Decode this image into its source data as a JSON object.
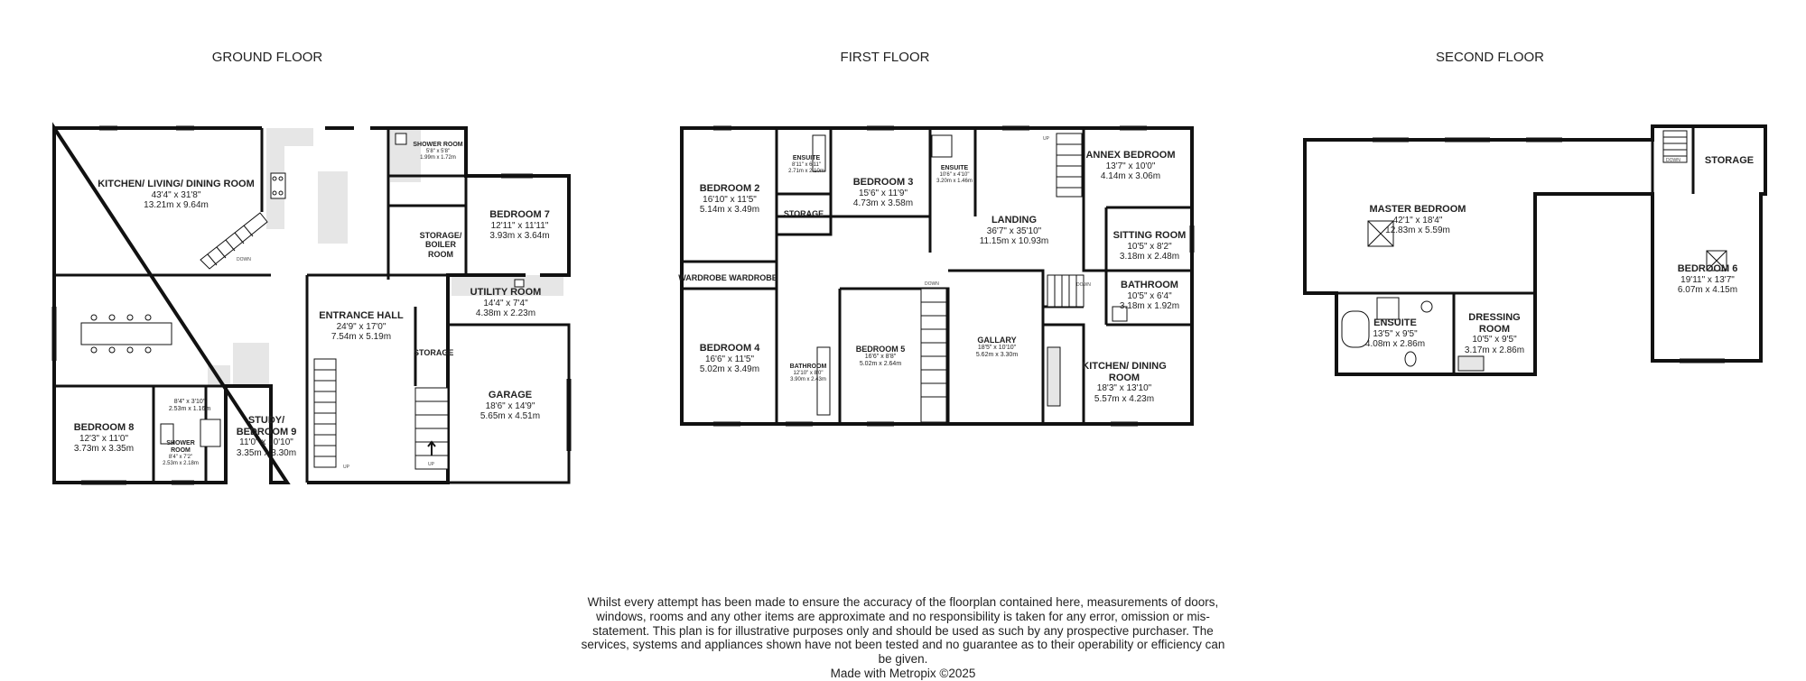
{
  "floors": [
    {
      "title": "GROUND FLOOR"
    },
    {
      "title": "FIRST FLOOR"
    },
    {
      "title": "SECOND FLOOR"
    }
  ],
  "rooms": {
    "kitchen_living": {
      "name": "KITCHEN/ LIVING/ DINING ROOM",
      "imperial": "43'4\" x 31'8\"",
      "metric": "13.21m x 9.64m"
    },
    "shower_room_g": {
      "name": "SHOWER ROOM",
      "imperial": "5'8\" x 5'8\"",
      "metric": "1.99m x 1.72m"
    },
    "bedroom7": {
      "name": "BEDROOM 7",
      "imperial": "12'11\" x 11'11\"",
      "metric": "3.93m x 3.64m"
    },
    "storage_boiler": {
      "name": "STORAGE/ BOILER ROOM",
      "imperial": "",
      "metric": ""
    },
    "utility": {
      "name": "UTILITY ROOM",
      "imperial": "14'4\" x 7'4\"",
      "metric": "4.38m x 2.23m"
    },
    "entrance_hall": {
      "name": "ENTRANCE HALL",
      "imperial": "24'9\" x 17'0\"",
      "metric": "7.54m x 5.19m"
    },
    "storage_g": {
      "name": "STORAGE",
      "imperial": "",
      "metric": ""
    },
    "garage": {
      "name": "GARAGE",
      "imperial": "18'6\" x 14'9\"",
      "metric": "5.65m x 4.51m"
    },
    "bedroom8": {
      "name": "BEDROOM 8",
      "imperial": "12'3\" x 11'0\"",
      "metric": "3.73m x 3.35m"
    },
    "passage_g": {
      "name": "",
      "imperial": "8'4\" x 3'10\"",
      "metric": "2.53m x 1.16m"
    },
    "shower_room_g2": {
      "name": "SHOWER ROOM",
      "imperial": "8'4\" x 7'2\"",
      "metric": "2.53m x 2.18m"
    },
    "study": {
      "name": "STUDY/ BEDROOM 9",
      "imperial": "11'0\" x 10'10\"",
      "metric": "3.35m x 3.30m"
    },
    "bedroom2": {
      "name": "BEDROOM 2",
      "imperial": "16'10\" x 11'5\"",
      "metric": "5.14m x 3.49m"
    },
    "ensuite_1": {
      "name": "ENSUITE",
      "imperial": "8'11\" x 6'11\"",
      "metric": "2.71m x 2.10m"
    },
    "bedroom3": {
      "name": "BEDROOM 3",
      "imperial": "15'6\" x 11'9\"",
      "metric": "4.73m x 3.58m"
    },
    "ensuite_2": {
      "name": "ENSUITE",
      "imperial": "10'6\" x 4'10\"",
      "metric": "3.20m x 1.46m"
    },
    "landing": {
      "name": "LANDING",
      "imperial": "36'7\" x 35'10\"",
      "metric": "11.15m x 10.93m"
    },
    "annex_bedroom": {
      "name": "ANNEX BEDROOM",
      "imperial": "13'7\" x 10'0\"",
      "metric": "4.14m x 3.06m"
    },
    "storage_f": {
      "name": "STORAGE",
      "imperial": "",
      "metric": ""
    },
    "sitting_room": {
      "name": "SITTING ROOM",
      "imperial": "10'5\" x 8'2\"",
      "metric": "3.18m x 2.48m"
    },
    "wardrobe_1": {
      "name": "WARDROBE",
      "imperial": "",
      "metric": ""
    },
    "wardrobe_2": {
      "name": "WARDROBE",
      "imperial": "",
      "metric": ""
    },
    "bathroom_annex": {
      "name": "BATHROOM",
      "imperial": "10'5\" x 6'4\"",
      "metric": "3.18m x 1.92m"
    },
    "bedroom4": {
      "name": "BEDROOM 4",
      "imperial": "16'6\" x 11'5\"",
      "metric": "5.02m x 3.49m"
    },
    "bathroom_f": {
      "name": "BATHROOM",
      "imperial": "12'10\" x 8'0\"",
      "metric": "3.90m x 2.43m"
    },
    "bedroom5": {
      "name": "BEDROOM 5",
      "imperial": "16'6\" x 8'8\"",
      "metric": "5.02m x 2.64m"
    },
    "gallary": {
      "name": "GALLARY",
      "imperial": "18'5\" x 10'10\"",
      "metric": "5.62m x 3.30m"
    },
    "kitchen_dining_annex": {
      "name": "KITCHEN/ DINING ROOM",
      "imperial": "18'3\" x 13'10\"",
      "metric": "5.57m x 4.23m"
    },
    "master_bedroom": {
      "name": "MASTER BEDROOM",
      "imperial": "42'1\" x 18'4\"",
      "metric": "12.83m x 5.59m"
    },
    "storage_s": {
      "name": "STORAGE",
      "imperial": "",
      "metric": ""
    },
    "bedroom6": {
      "name": "BEDROOM 6",
      "imperial": "19'11\" x 13'7\"",
      "metric": "6.07m x 4.15m"
    },
    "ensuite_master": {
      "name": "ENSUITE",
      "imperial": "13'5\" x 9'5\"",
      "metric": "4.08m x 2.86m"
    },
    "dressing_room": {
      "name": "DRESSING ROOM",
      "imperial": "10'5\" x 9'5\"",
      "metric": "3.17m x 2.86m"
    }
  },
  "stair_labels": {
    "up": "UP",
    "down": "DOWN"
  },
  "disclaimer": {
    "text": "Whilst every attempt has been made to ensure the accuracy of the floorplan contained here, measurements of doors, windows, rooms and any other items are approximate and no responsibility is taken for any error, omission or mis-statement. This plan is for illustrative purposes only and should be used as such by any prospective purchaser. The services, systems and appliances shown have not been tested and no guarantee as to their operability or efficiency can be given.",
    "credit": "Made with Metropix ©2025"
  },
  "colors": {
    "wall": "#111111",
    "fixture_fill": "#e6e6e6",
    "background": "#ffffff"
  }
}
